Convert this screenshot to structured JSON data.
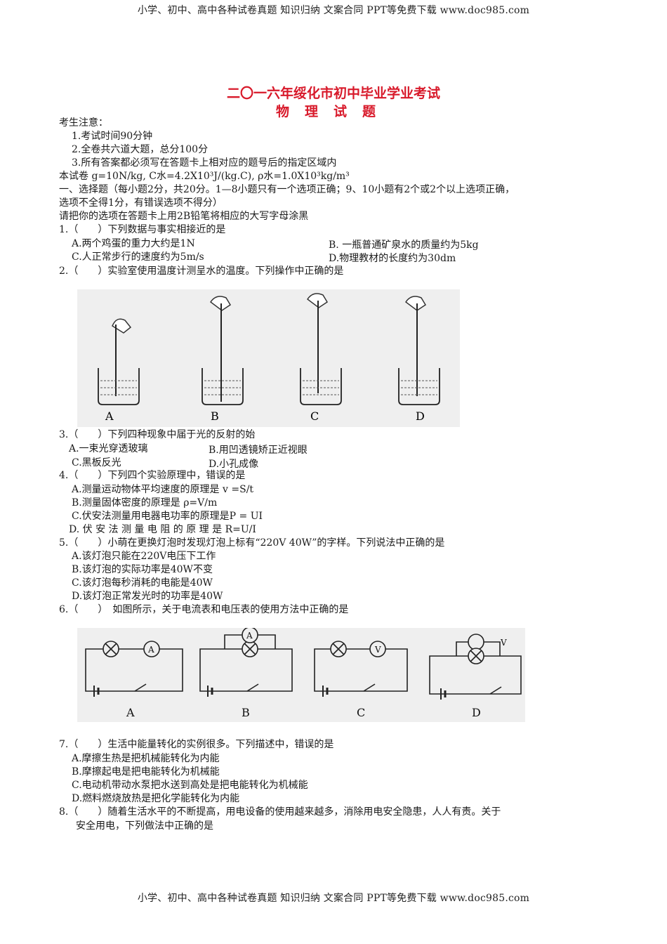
{
  "header": "小学、初中、高中各种试卷真题 知识归纳 文案合同 PPT等免费下载    www.doc985.com",
  "footer": "小学、初中、高中各种试卷真题 知识归纳 文案合同 PPT等免费下载    www.doc985.com",
  "title": "二〇一六年绥化市初中毕业学业考试",
  "subtitle": "物理试题",
  "notice": {
    "heading": "考生注意：",
    "items": [
      "1.考试时间90分钟",
      "2.全卷共六道大题，总分100分",
      "3.所有答案都必须写在答题卡上相对应的题号后的指定区域内"
    ],
    "constants": "本试卷 g=10N/kg, C水=4.2X10³J/(kg.C), ρ水=1.0X10³kg/m³"
  },
  "section1": {
    "line1": "一、选择题（每小题2分，共20分。1—8小题只有一个选项正确；9、10小题有2个或2个以上选项正确，",
    "line2": "选项不全得1分，有错误选项不得分）",
    "line3": "请把你的选项在答题卡上用2B铅笔将相应的大写字母涂黑"
  },
  "q1": {
    "stem": "1.（　　）下列数据与事实相接近的是",
    "a": "A.两个鸡蛋的重力大约是1N",
    "b": "B.  一瓶普通矿泉水的质量约为5kg",
    "c": "C.人正常步行的速度约为5m/s",
    "d": "D.物理教材的长度约为30dm"
  },
  "q2": {
    "stem": "2.（　　）实验室使用温度计测呈水的温度。下列操作中正确的是",
    "labels": [
      "A",
      "B",
      "C",
      "D"
    ]
  },
  "q3": {
    "stem": "3.（　　）下列四种现象中届于光的反射的始",
    "a": "A.一束光穿透玻璃",
    "b": "B.用凹透镜矫正近视眼",
    "c": "C.黑板反光",
    "d": "D.小孔成像"
  },
  "q4": {
    "stem": "4.（　　）下列四个实验原理中，错误的是",
    "a": "A.测量运动物体平均速度的原理是 v =S/t",
    "b": "B.测量固体密度的原理是 ρ=V/m",
    "c": "C.伏安法测量用电器电功率的原理是P = UI",
    "d": "D. 伏 安 法 测 量 电 阻 的 原 理 是 R=U/I"
  },
  "q5": {
    "stem": "5.（　　）小萌在更换灯泡时发现灯泡上标有“220V 40W”的字样。下列说法中正确的是",
    "a": "A.该灯泡只能在220V电压下工作",
    "b": "B.该灯泡的实际功率是40W不变",
    "c": "C.该灯泡每秒消耗的电能是40W",
    "d": "D.该灯泡正常发光时的功率是40W"
  },
  "q6": {
    "stem": "6.（　　）　如图所示，关于电流表和电压表的使用方法中正确的是",
    "labels": [
      "A",
      "B",
      "C",
      "D"
    ],
    "meters": [
      "A",
      "A",
      "V",
      "V"
    ]
  },
  "q7": {
    "stem": "7.（　　）生活中能量转化的实例很多。下列描述中，错误的是",
    "a": "A.摩擦生热是把机械能转化为内能",
    "b": "B.摩擦起电是把电能转化为机械能",
    "c": "C.电动机带动水泵把水送到高处是把电能转化为机械能",
    "d": "D.燃料燃烧放热是把化学能转化为内能"
  },
  "q8": {
    "stem": "8.（　　）随着生活水平的不断提高，用电设备的使用越来越多，消除用电安全隐患，人人有责。关于",
    "stem2": "安全用电，下列做法中正确的是"
  }
}
